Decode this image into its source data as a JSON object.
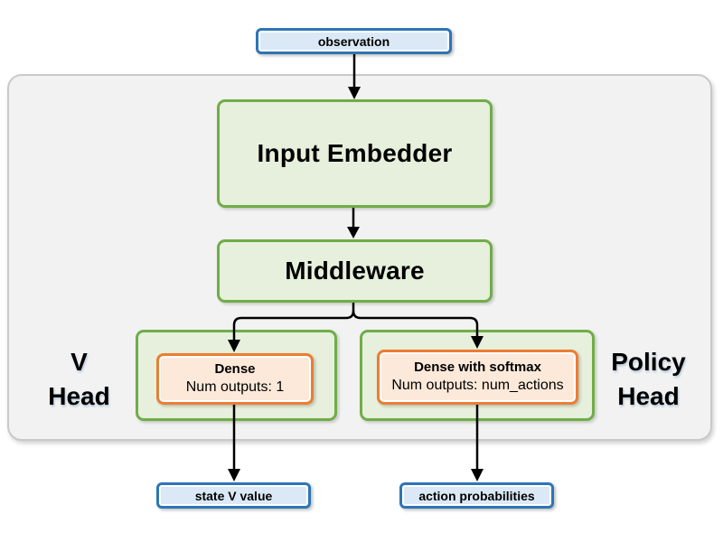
{
  "diagram": {
    "nodes": {
      "observation": "observation",
      "input_embedder": "Input Embedder",
      "middleware": "Middleware",
      "v_dense_title": "Dense",
      "v_dense_subtitle": "Num outputs: 1",
      "policy_dense_title": "Dense with softmax",
      "policy_dense_subtitle": "Num outputs: num_actions",
      "state_v_value": "state V value",
      "action_probabilities": "action probabilities"
    },
    "labels": {
      "v_head_line1": "V",
      "v_head_line2": "Head",
      "policy_head_line1": "Policy",
      "policy_head_line2": "Head"
    },
    "colors": {
      "green_border": "#70ad47",
      "green_fill": "#e6f0dc",
      "orange_border": "#ed7d31",
      "orange_fill": "#fce9da",
      "blue_border": "#2e75b6",
      "blue_fill": "#dbe9f6",
      "container_fill": "#f2f2f2",
      "container_border": "#c9c9c9",
      "arrow": "#000000"
    }
  }
}
